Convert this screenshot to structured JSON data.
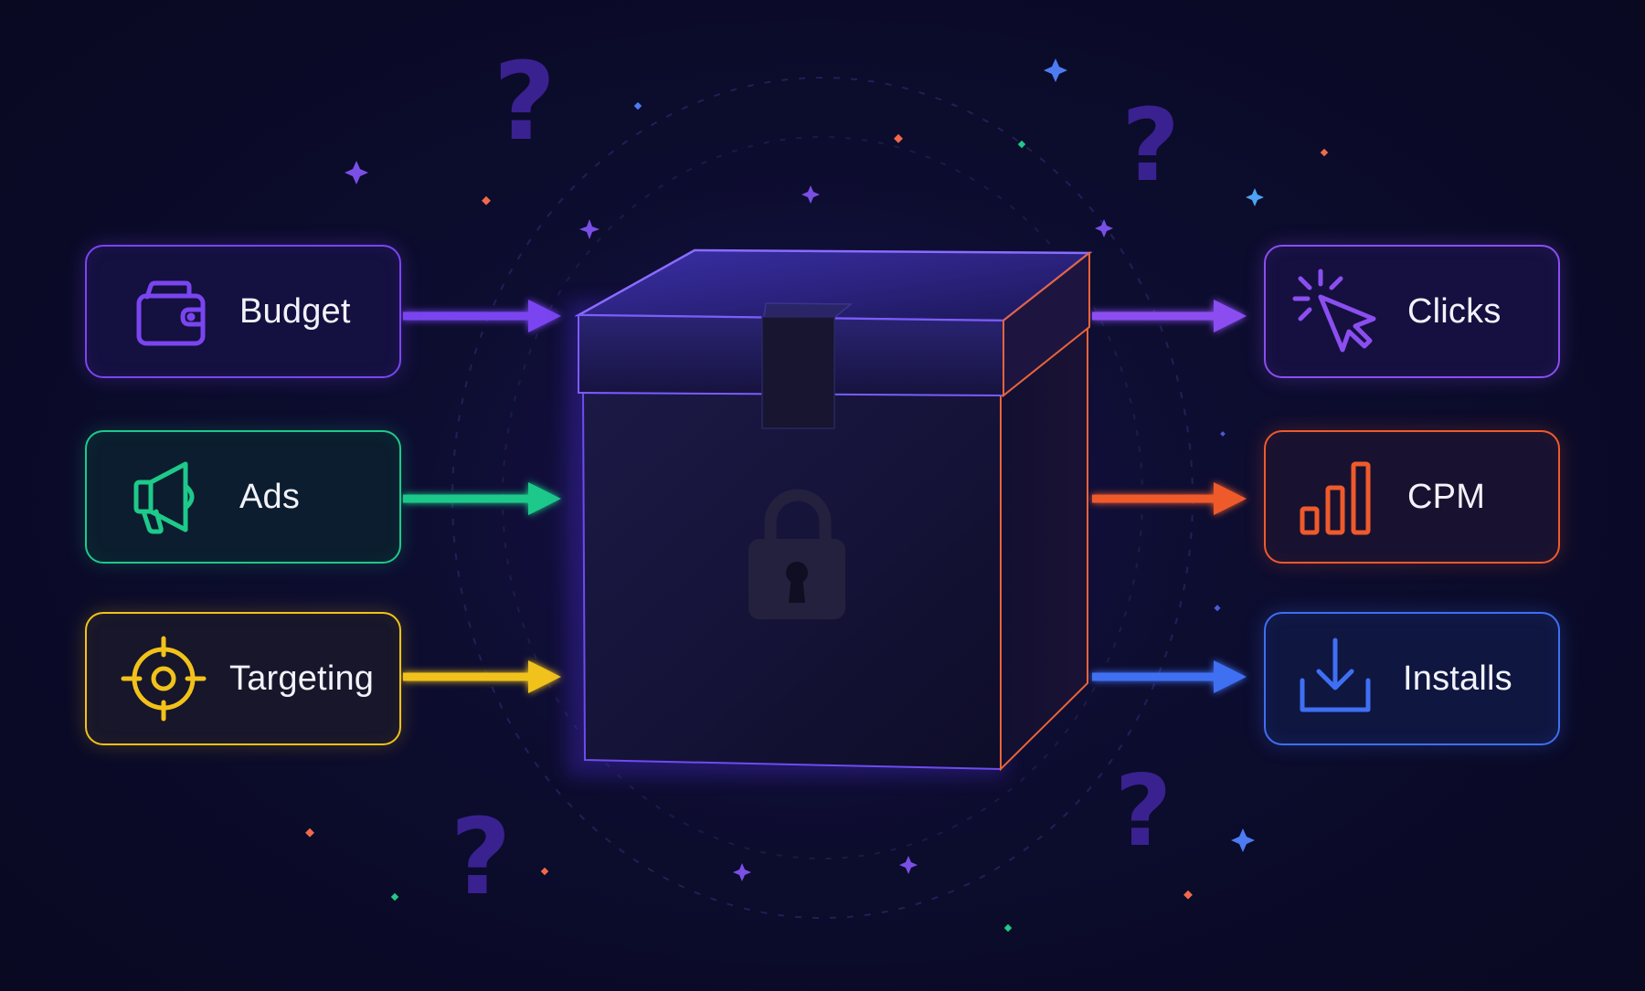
{
  "inputs": [
    {
      "label": "Budget",
      "icon": "wallet-icon",
      "color": "#7a45f0"
    },
    {
      "label": "Ads",
      "icon": "megaphone-icon",
      "color": "#1ec98a"
    },
    {
      "label": "Targeting",
      "icon": "target-crosshair-icon",
      "color": "#f2c21a"
    }
  ],
  "outputs": [
    {
      "label": "Clicks",
      "icon": "cursor-click-icon",
      "color": "#8b4ef0"
    },
    {
      "label": "CPM",
      "icon": "bar-chart-icon",
      "color": "#ef5a2c"
    },
    {
      "label": "Installs",
      "icon": "download-icon",
      "color": "#3f6ff2"
    }
  ],
  "center": {
    "icon": "locked-black-box-icon",
    "lock_icon": "padlock-icon"
  },
  "decorations": {
    "question_mark": "?",
    "question_mark_color": "#3a2190"
  },
  "colors": {
    "background": "#0a0a24",
    "box_edge": "#6d4cf0",
    "box_edge_right": "#e8643a"
  }
}
